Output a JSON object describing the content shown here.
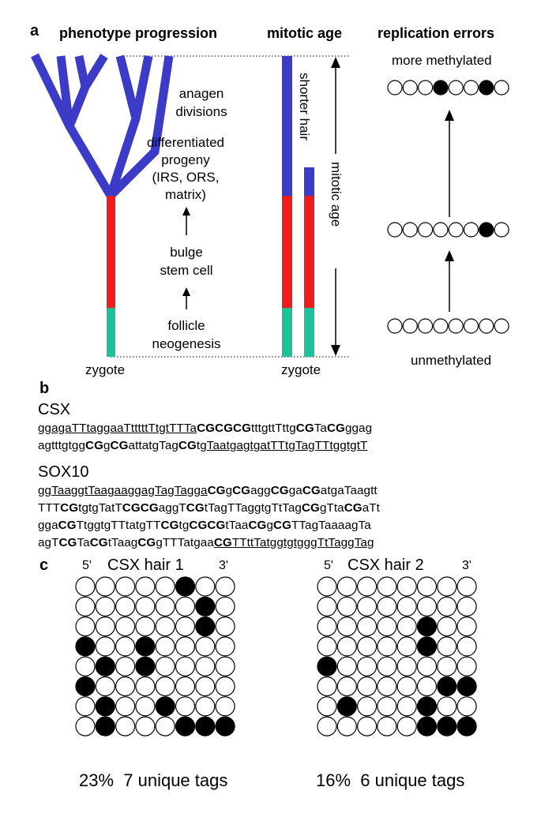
{
  "panel_a": {
    "letter": "a",
    "headers": {
      "phenotype": "phenotype progression",
      "mitotic": "mitotic age",
      "replication": "replication errors"
    },
    "labels": {
      "anagen": [
        "anagen",
        "divisions"
      ],
      "progeny": [
        "differentiated",
        "progeny",
        "(IRS, ORS,",
        "matrix)"
      ],
      "bulge": [
        "bulge",
        "stem cell"
      ],
      "neogenesis": [
        "follicle",
        "neogenesis"
      ],
      "zygote_left": "zygote",
      "zygote_mid": "zygote",
      "shorter_hair": "shorter hair",
      "mitotic_age_axis": "mitotic age",
      "more_methylated": "more methylated",
      "unmethylated": "unmethylated"
    },
    "colors": {
      "tree": "#3b3bc8",
      "red": "#ee1c1c",
      "teal": "#1dc19a"
    },
    "methylation_rows": [
      [
        0,
        0,
        0,
        1,
        0,
        0,
        1,
        0
      ],
      [
        0,
        0,
        0,
        0,
        0,
        0,
        1,
        0
      ],
      [
        0,
        0,
        0,
        0,
        0,
        0,
        0,
        0
      ]
    ]
  },
  "panel_b": {
    "letter": "b",
    "csx": {
      "name": "CSX",
      "lines": [
        [
          {
            "t": "ggagaTTtaggaaTtttttTtgtTTTa",
            "u": true
          },
          {
            "t": "CGCGCG",
            "b": true
          },
          {
            "t": "tttgttTttg"
          },
          {
            "t": "CG",
            "b": true
          },
          {
            "t": "Ta"
          },
          {
            "t": "CG",
            "b": true
          },
          {
            "t": "ggag"
          }
        ],
        [
          {
            "t": "agtttgtgg"
          },
          {
            "t": "CG",
            "b": true
          },
          {
            "t": "g"
          },
          {
            "t": "CG",
            "b": true
          },
          {
            "t": "attatgTag"
          },
          {
            "t": "CG",
            "b": true
          },
          {
            "t": "tg"
          },
          {
            "t": "TaatgagtgatTTtgTagTTtggtgtT",
            "u": true
          }
        ]
      ]
    },
    "sox10": {
      "name": "SOX10",
      "lines": [
        [
          {
            "t": "ggTaaggtTaagaaggagTagTagga",
            "u": true
          },
          {
            "t": "CG",
            "b": true
          },
          {
            "t": "g"
          },
          {
            "t": "CG",
            "b": true
          },
          {
            "t": "agg"
          },
          {
            "t": "CG",
            "b": true
          },
          {
            "t": "ga"
          },
          {
            "t": "CG",
            "b": true
          },
          {
            "t": "atgaTaagtt"
          }
        ],
        [
          {
            "t": "TTT"
          },
          {
            "t": "CG",
            "b": true
          },
          {
            "t": "tgtgTatT"
          },
          {
            "t": "CGCG",
            "b": true
          },
          {
            "t": "aggT"
          },
          {
            "t": "CG",
            "b": true
          },
          {
            "t": "tTagTTaggtgTtTag"
          },
          {
            "t": "CG",
            "b": true
          },
          {
            "t": "gTta"
          },
          {
            "t": "CG",
            "b": true
          },
          {
            "t": "aTt"
          }
        ],
        [
          {
            "t": "gga"
          },
          {
            "t": "CG",
            "b": true
          },
          {
            "t": "TtggtgTTtatgTT"
          },
          {
            "t": "CG",
            "b": true
          },
          {
            "t": "tg"
          },
          {
            "t": "CGCG",
            "b": true
          },
          {
            "t": "tTaa"
          },
          {
            "t": "CG",
            "b": true
          },
          {
            "t": "g"
          },
          {
            "t": "CG",
            "b": true
          },
          {
            "t": "TTagTaaaagTa"
          }
        ],
        [
          {
            "t": "agT"
          },
          {
            "t": "CG",
            "b": true
          },
          {
            "t": "Ta"
          },
          {
            "t": "CG",
            "b": true
          },
          {
            "t": "tTaag"
          },
          {
            "t": "CG",
            "b": true
          },
          {
            "t": "gTTTatgaa"
          },
          {
            "t": "CG",
            "b": true,
            "u": true
          },
          {
            "t": "TTttTatggtgtgggTtTaggTag",
            "u": true
          }
        ]
      ]
    }
  },
  "panel_c": {
    "letter": "c",
    "grids": [
      {
        "title": "CSX hair 1",
        "five": "5'",
        "three": "3'",
        "footer": "23%  7 unique tags",
        "rows": [
          [
            0,
            0,
            0,
            0,
            0,
            1,
            0,
            0
          ],
          [
            0,
            0,
            0,
            0,
            0,
            0,
            1,
            0
          ],
          [
            0,
            0,
            0,
            0,
            0,
            0,
            1,
            0
          ],
          [
            1,
            0,
            0,
            1,
            0,
            0,
            0,
            0
          ],
          [
            0,
            1,
            0,
            1,
            0,
            0,
            0,
            0
          ],
          [
            1,
            0,
            0,
            0,
            0,
            0,
            0,
            0
          ],
          [
            0,
            1,
            0,
            0,
            1,
            0,
            0,
            0
          ],
          [
            0,
            1,
            0,
            0,
            0,
            1,
            1,
            1
          ]
        ]
      },
      {
        "title": "CSX hair 2",
        "five": "5'",
        "three": "3'",
        "footer": "16%  6 unique tags",
        "rows": [
          [
            0,
            0,
            0,
            0,
            0,
            0,
            0,
            0
          ],
          [
            0,
            0,
            0,
            0,
            0,
            0,
            0,
            0
          ],
          [
            0,
            0,
            0,
            0,
            0,
            1,
            0,
            0
          ],
          [
            0,
            0,
            0,
            0,
            0,
            1,
            0,
            0
          ],
          [
            1,
            0,
            0,
            0,
            0,
            0,
            0,
            0
          ],
          [
            0,
            0,
            0,
            0,
            0,
            0,
            1,
            1
          ],
          [
            0,
            1,
            0,
            0,
            0,
            1,
            0,
            0
          ],
          [
            0,
            0,
            0,
            0,
            0,
            1,
            1,
            1
          ]
        ]
      }
    ]
  }
}
